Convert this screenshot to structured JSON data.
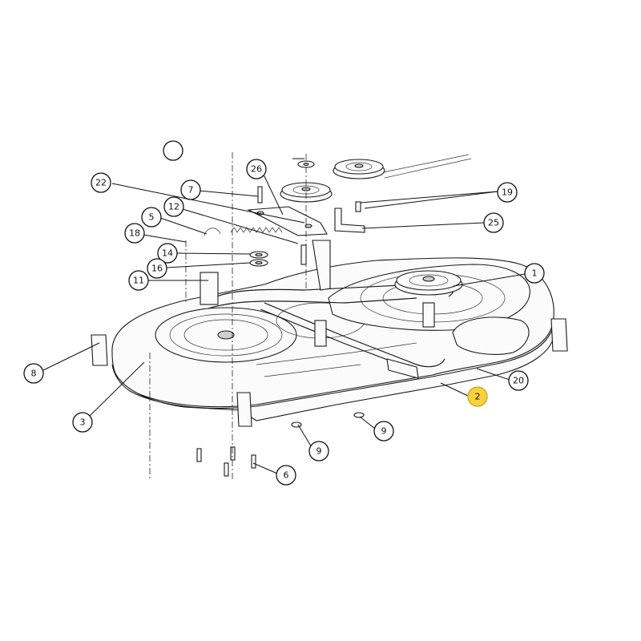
{
  "diagram": {
    "type": "exploded parts diagram",
    "callouts": [
      {
        "id": "top",
        "label": ""
      },
      {
        "id": "c22",
        "label": "22"
      },
      {
        "id": "c26",
        "label": "26"
      },
      {
        "id": "c7",
        "label": "7"
      },
      {
        "id": "c19",
        "label": "19"
      },
      {
        "id": "c12",
        "label": "12"
      },
      {
        "id": "c5",
        "label": "5"
      },
      {
        "id": "c25",
        "label": "25"
      },
      {
        "id": "c18",
        "label": "18"
      },
      {
        "id": "c14",
        "label": "14"
      },
      {
        "id": "c16",
        "label": "16"
      },
      {
        "id": "c1",
        "label": "1"
      },
      {
        "id": "c11",
        "label": "11"
      },
      {
        "id": "c8",
        "label": "8"
      },
      {
        "id": "c20",
        "label": "20"
      },
      {
        "id": "c2",
        "label": "2",
        "highlight": true
      },
      {
        "id": "c3",
        "label": "3"
      },
      {
        "id": "c9a",
        "label": "9"
      },
      {
        "id": "c9b",
        "label": "9"
      },
      {
        "id": "c6",
        "label": "6"
      }
    ],
    "highlight_color": "#f7d23e"
  }
}
